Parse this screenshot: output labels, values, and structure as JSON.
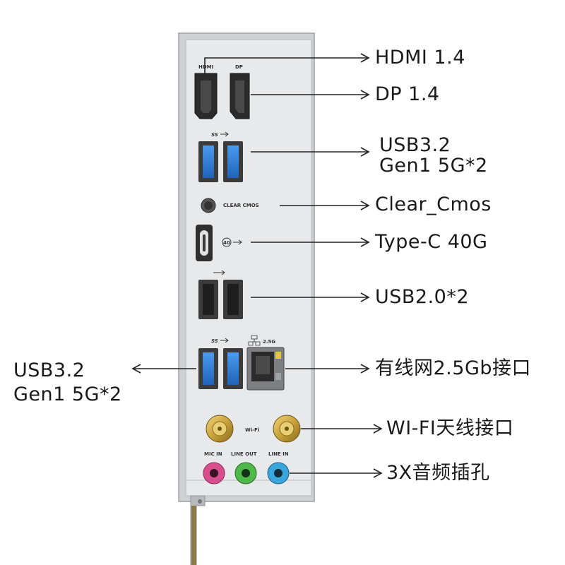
{
  "labels": {
    "hdmi": "HDMI 1.4",
    "dp": "DP 1.4",
    "usb32_right_line1": "USB3.2",
    "usb32_right_line2": "Gen1 5G*2",
    "clear_cmos": "Clear_Cmos",
    "typec": "Type-C 40G",
    "usb20": "USB2.0*2",
    "usb32_left_line1": "USB3.2",
    "usb32_left_line2": "Gen1 5G*2",
    "lan": "有线网2.5Gb接口",
    "wifi": "WI-FI天线接口",
    "audio": "3X音频插孔"
  },
  "panel_text": {
    "hdmi": "HDMI",
    "dp": "DP",
    "ss1": "SS",
    "clear_cmos": "CLEAR CMOS",
    "c40": "40",
    "ss2": "SS",
    "lan_speed": "2.5G",
    "wifi": "Wi-Fi",
    "mic_in": "MIC IN",
    "line_out": "LINE OUT",
    "line_in": "LINE IN"
  },
  "colors": {
    "panel": "#e6e7e9",
    "usb3_blue": "#2a7bd6",
    "mic_pink": "#d94f8e",
    "line_out_green": "#4fb84a",
    "line_in_blue": "#3aa6dc",
    "antenna_gold": "#c9a23a"
  }
}
